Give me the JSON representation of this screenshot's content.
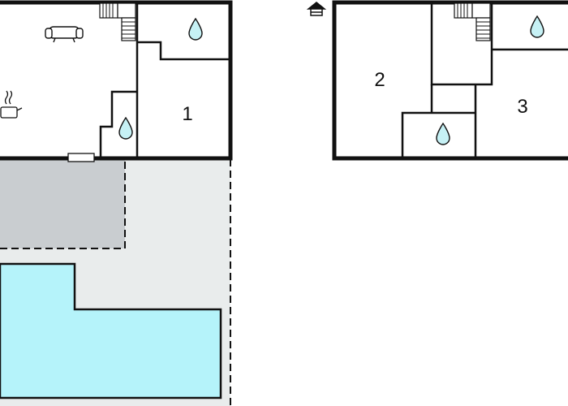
{
  "colors": {
    "wall": "#111111",
    "terrace": "#e9ecec",
    "covered_area": "#c9cdd0",
    "pool": "#b5f3fa",
    "water_drop": "#c6f1f5"
  },
  "icons": [
    "sofa-icon",
    "stove-icon",
    "water-drop-icon",
    "house-icon",
    "stairs-icon",
    "door-icon"
  ],
  "rooms": [
    {
      "id": "room-1",
      "label": "1"
    },
    {
      "id": "room-2",
      "label": "2"
    },
    {
      "id": "room-3",
      "label": "3"
    }
  ]
}
